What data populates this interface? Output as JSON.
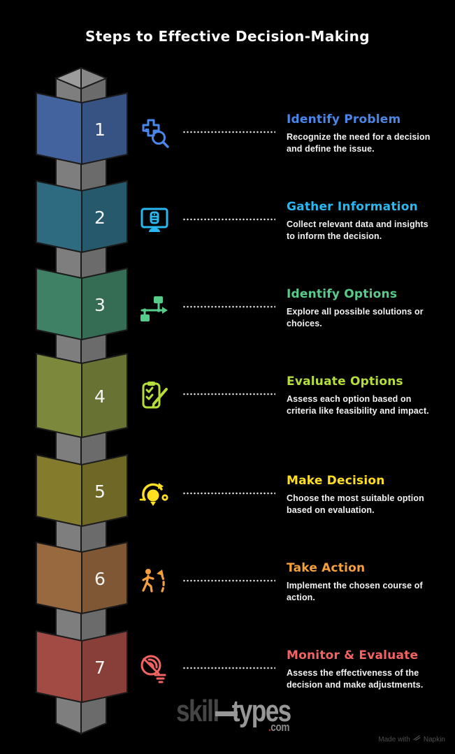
{
  "page": {
    "title": "Steps to Effective Decision-Making",
    "background_color": "#000000",
    "edge_color": "#1b1b1b"
  },
  "pillar": {
    "left_color": "#7e7e7e",
    "right_color": "#6b6b6b",
    "cap_left_color": "#9c9c9c",
    "cap_right_color": "#878787"
  },
  "steps": [
    {
      "number": "1",
      "cube_color": "#42639e",
      "accent": "#4a86e8",
      "icon": "search-plus-icon",
      "title": "Identify Problem",
      "description": "Recognize the need for a decision and define the issue."
    },
    {
      "number": "2",
      "cube_color": "#2e6a80",
      "accent": "#29b8f0",
      "icon": "monitor-data-icon",
      "title": "Gather Information",
      "description": "Collect relevant data and insights to inform the decision."
    },
    {
      "number": "3",
      "cube_color": "#3e8165",
      "accent": "#57cb8a",
      "icon": "flowchart-icon",
      "title": "Identify Options",
      "description": "Explore all possible solutions or choices."
    },
    {
      "number": "4",
      "cube_color": "#7c883c",
      "accent": "#b5dd3c",
      "icon": "checklist-pencil-icon",
      "title": "Evaluate Options",
      "description": "Assess each option based on criteria like feasibility and impact."
    },
    {
      "number": "5",
      "cube_color": "#857b2d",
      "accent": "#ffdf20",
      "icon": "lightbulb-refresh-icon",
      "title": "Make Decision",
      "description": "Choose the most suitable option based on evaluation."
    },
    {
      "number": "6",
      "cube_color": "#98683f",
      "accent": "#f6a03c",
      "icon": "person-action-icon",
      "title": "Take Action",
      "description": "Implement the chosen course of action."
    },
    {
      "number": "7",
      "cube_color": "#a24a44",
      "accent": "#f26363",
      "icon": "monitor-signals-icon",
      "title": "Monitor & Evaluate",
      "description": "Assess the effectiveness of the decision and make adjustments."
    }
  ],
  "footer": {
    "brand_primary": "skill",
    "brand_secondary": "types",
    "brand_dot": ".",
    "brand_tld": "com",
    "made_with": "Made with",
    "maker": "Napkin"
  }
}
